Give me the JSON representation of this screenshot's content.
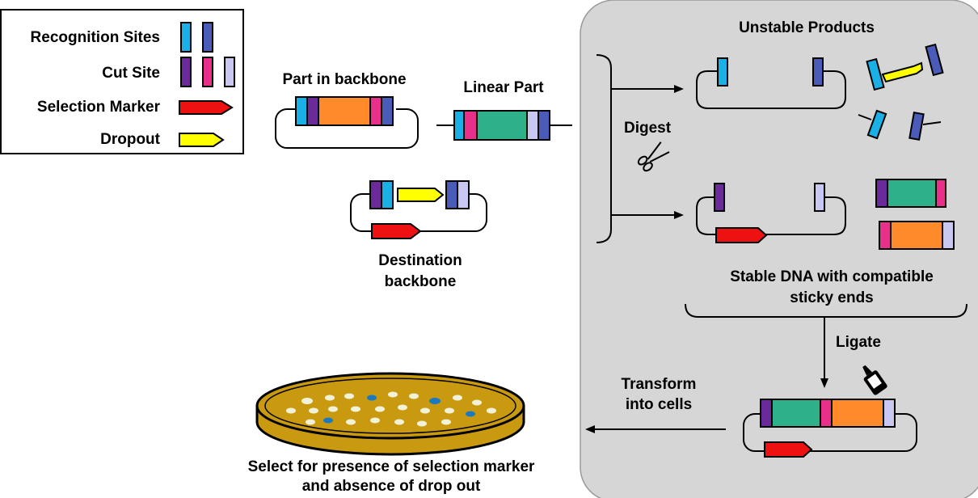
{
  "legend": {
    "recognition_sites": "Recognition Sites",
    "cut_site": "Cut Site",
    "selection_marker": "Selection Marker",
    "dropout": "Dropout"
  },
  "labels": {
    "part_in_backbone": "Part in backbone",
    "linear_part": "Linear Part",
    "destination_line1": "Destination",
    "destination_line2": "backbone",
    "digest": "Digest",
    "unstable_products": "Unstable Products",
    "stable_line1": "Stable DNA with compatible",
    "stable_line2": "sticky ends",
    "ligate": "Ligate",
    "transform_line1": "Transform",
    "transform_line2": "into cells",
    "select_line1": "Select for presence of selection marker",
    "select_line2": "and absence of drop out"
  },
  "colors": {
    "recognition_cyan": "#1ab0e6",
    "recognition_blue": "#4a5bb8",
    "cut_purple": "#6a2a9a",
    "cut_pink": "#e8308a",
    "cut_lavender": "#c8c8f2",
    "selection_red": "#ee1111",
    "dropout_yellow": "#ffff00",
    "part_orange": "#ff8a2a",
    "part_teal": "#2eb08a",
    "panel_gray": "#d6d6d6",
    "plate_gold": "#c99a10"
  },
  "icons": [
    "scissors-icon",
    "glue-bottle-icon",
    "petri-dish-icon"
  ]
}
